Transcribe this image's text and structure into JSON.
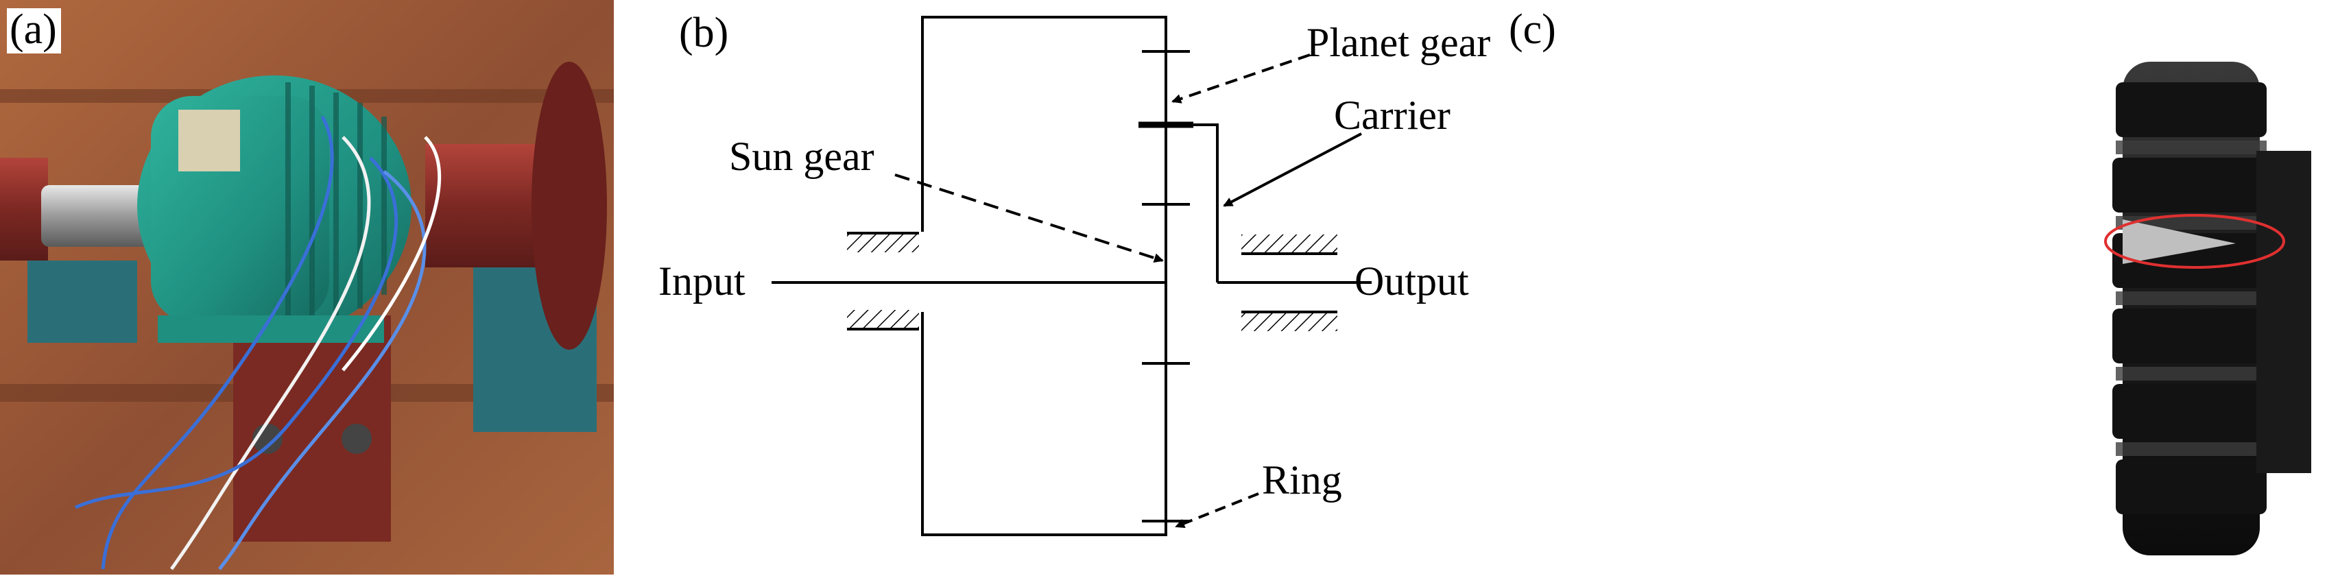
{
  "panels": {
    "a": {
      "label": "(a)"
    },
    "b": {
      "label": "(b)",
      "labels": {
        "planet_gear": "Planet gear",
        "carrier": "Carrier",
        "sun_gear": "Sun gear",
        "input": "Input",
        "output": "Output",
        "ring": "Ring"
      }
    },
    "c": {
      "label": "(c)"
    }
  },
  "colors": {
    "gearbox_teal": "#1f8f80",
    "rust": "#9a5a3a",
    "drum_red": "#8a2f2a",
    "gear_black": "#1c1c1c",
    "crack_marker": "#e03030"
  }
}
